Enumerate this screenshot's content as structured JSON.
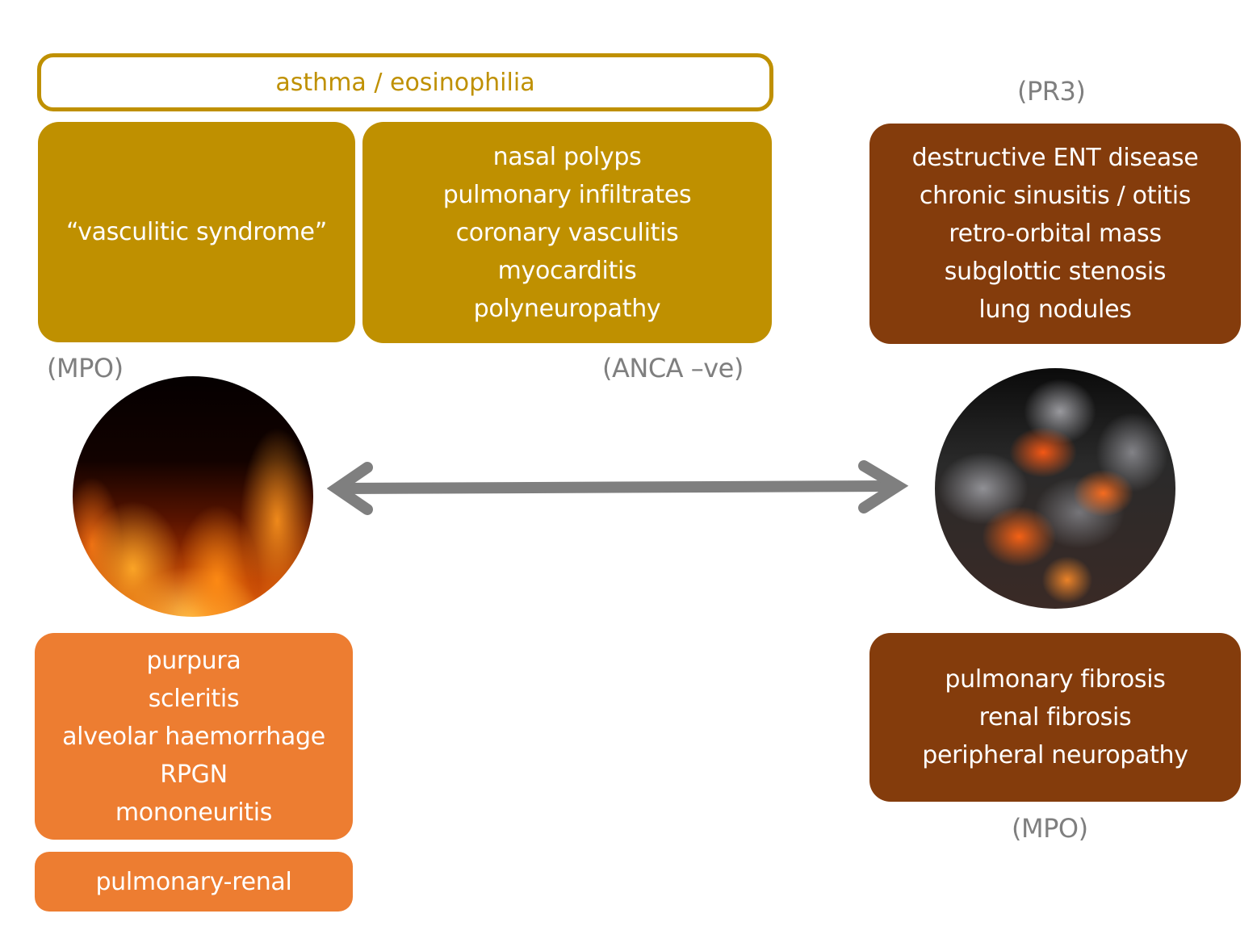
{
  "banner": {
    "text": "asthma / eosinophilia",
    "color": "#bf9000"
  },
  "labels": {
    "mpo_top_left": "(MPO)",
    "anca_negative": "(ANCA –ve)",
    "pr3": "(PR3)",
    "mpo_bottom_right": "(MPO)"
  },
  "boxes": {
    "vasculitic_syndrome": {
      "lines": [
        "“vasculitic syndrome”"
      ],
      "color": "#bf9000"
    },
    "egpa_features": {
      "lines": [
        "nasal polyps",
        "pulmonary infiltrates",
        "coronary vasculitis",
        "myocarditis",
        "polyneuropathy"
      ],
      "color": "#bf9000"
    },
    "pr3_features": {
      "lines": [
        "destructive ENT disease",
        "chronic sinusitis / otitis",
        "retro-orbital mass",
        "subglottic stenosis",
        "lung nodules"
      ],
      "color": "#843c0c"
    },
    "acute_features": {
      "lines": [
        "purpura",
        "scleritis",
        "alveolar haemorrhage",
        "RPGN",
        "mononeuritis"
      ],
      "color": "#ed7d31"
    },
    "pulmonary_renal": {
      "lines": [
        "pulmonary-renal"
      ],
      "color": "#ed7d31"
    },
    "chronic_features": {
      "lines": [
        "pulmonary fibrosis",
        "renal fibrosis",
        "peripheral neuropathy"
      ],
      "color": "#843c0c"
    }
  },
  "images": {
    "left": "fire-flames-image",
    "right": "smouldering-embers-image"
  },
  "arrow": {
    "type": "double-headed",
    "color": "#7f7f7f"
  }
}
